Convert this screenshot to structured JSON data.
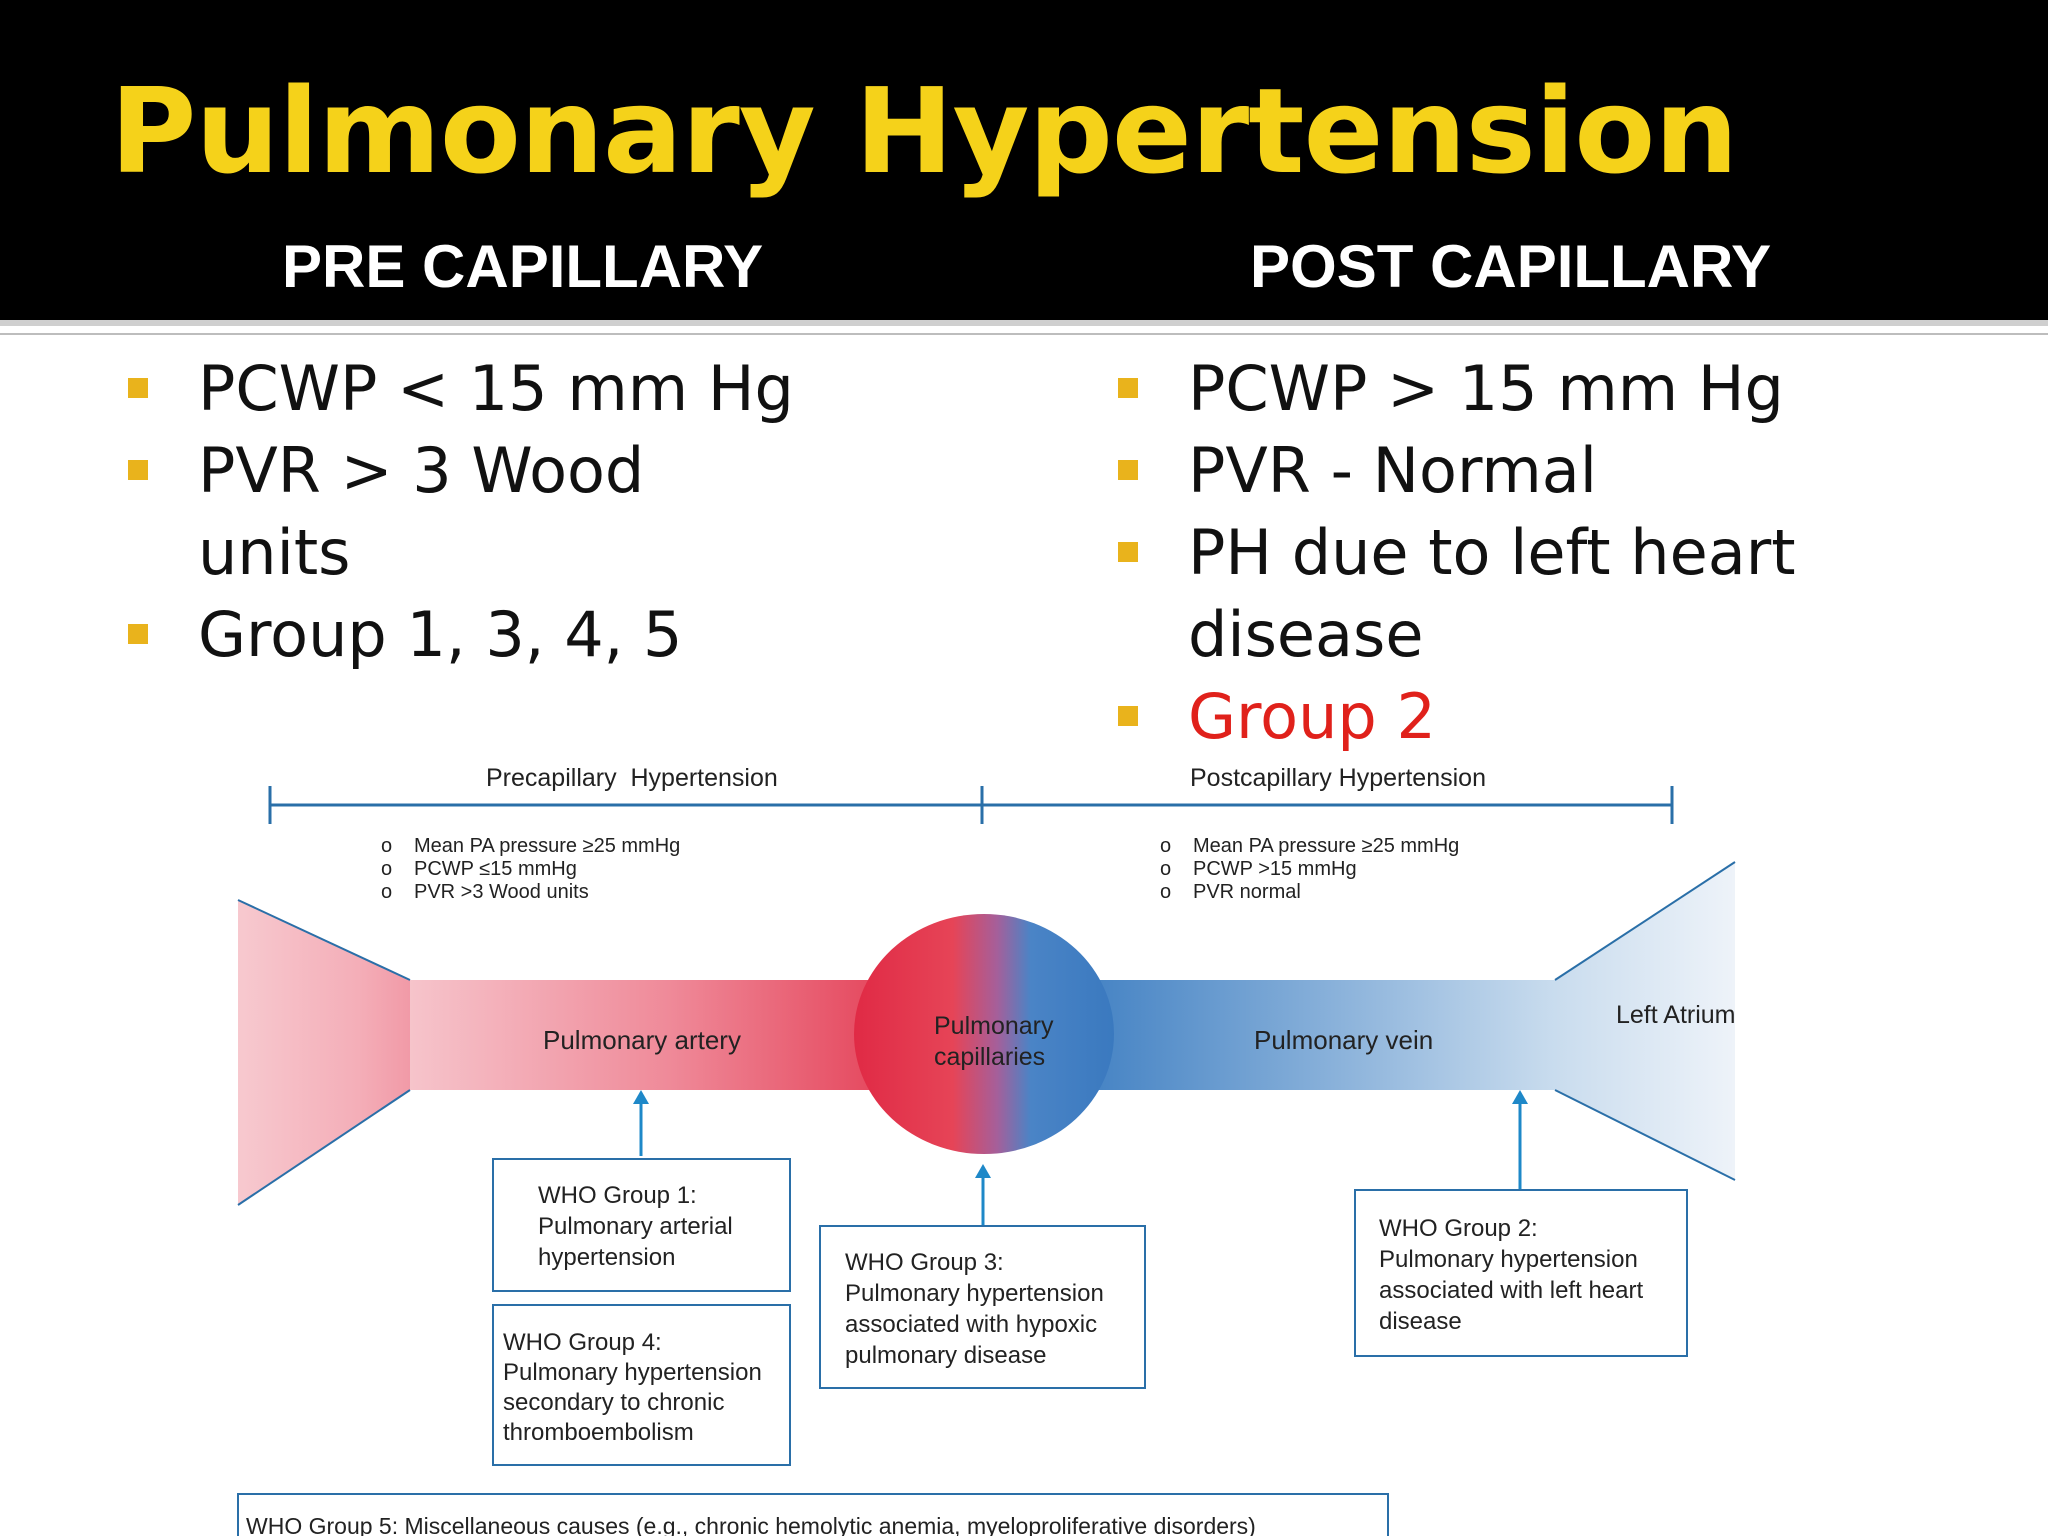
{
  "slide": {
    "title": "Pulmonary Hypertension",
    "left_heading": "PRE CAPILLARY",
    "right_heading": "POST CAPILLARY",
    "left_bullets": [
      "PCWP < 15 mm Hg",
      "PVR > 3 Wood units",
      "Group 1, 3, 4, 5"
    ],
    "right_bullets": [
      "PCWP > 15 mm Hg",
      "PVR - Normal",
      "PH due to left heart disease",
      "Group 2"
    ],
    "highlight_color": "#e0211b",
    "title_color": "#f5d21a",
    "bullet_color": "#e9b31c"
  },
  "diagram": {
    "precap_label": "Precapillary  Hypertension",
    "postcap_label": "Postcapillary Hypertension",
    "precap_criteria": [
      "Mean PA pressure ≥25 mmHg",
      "PCWP ≤15 mmHg",
      "PVR >3 Wood units"
    ],
    "postcap_criteria": [
      "Mean PA pressure ≥25 mmHg",
      "PCWP >15 mmHg",
      "PVR normal"
    ],
    "bullet_mark": "o",
    "pulmonary_artery": "Pulmonary artery",
    "capillaries_line1": "Pulmonary",
    "capillaries_line2": "capillaries",
    "pulmonary_vein": "Pulmonary vein",
    "left_atrium": "Left Atrium",
    "group1": [
      "WHO Group 1:",
      "Pulmonary arterial",
      "hypertension"
    ],
    "group4": [
      "WHO Group 4:",
      "Pulmonary hypertension",
      "secondary to chronic",
      "thromboembolism"
    ],
    "group3": [
      "WHO Group 3:",
      "Pulmonary hypertension",
      "associated with hypoxic",
      "pulmonary disease"
    ],
    "group2": [
      "WHO Group 2:",
      "Pulmonary hypertension",
      "associated with left heart",
      "disease"
    ],
    "group5": "WHO Group 5: Miscellaneous causes (e.g., chronic hemolytic anemia, myeloproliferative disorders)",
    "colors": {
      "artery": "#e5334b",
      "vein": "#3d7fc1",
      "line": "#2a6fa8"
    }
  }
}
